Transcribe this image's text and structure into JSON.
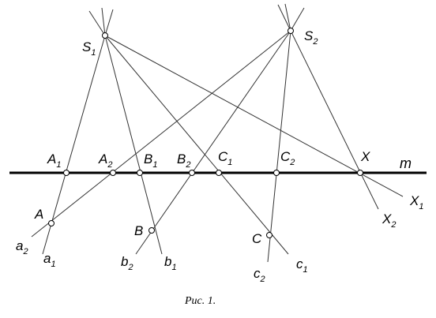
{
  "diagram": {
    "caption": "Рис. 1.",
    "labels": {
      "S1": {
        "main": "S",
        "sub": "1"
      },
      "S2": {
        "main": "S",
        "sub": "2"
      },
      "A1": {
        "main": "A",
        "sub": "1"
      },
      "A2": {
        "main": "A",
        "sub": "2"
      },
      "B1": {
        "main": "B",
        "sub": "1"
      },
      "B2": {
        "main": "B",
        "sub": "2"
      },
      "C1": {
        "main": "C",
        "sub": "1"
      },
      "C2": {
        "main": "C",
        "sub": "2"
      },
      "X": {
        "main": "X",
        "sub": ""
      },
      "m": {
        "main": "m",
        "sub": ""
      },
      "A": {
        "main": "A",
        "sub": ""
      },
      "B": {
        "main": "B",
        "sub": ""
      },
      "C": {
        "main": "C",
        "sub": ""
      },
      "a1": {
        "main": "a",
        "sub": "1"
      },
      "a2": {
        "main": "a",
        "sub": "2"
      },
      "b1": {
        "main": "b",
        "sub": "1"
      },
      "b2": {
        "main": "b",
        "sub": "2"
      },
      "c1": {
        "main": "c",
        "sub": "1"
      },
      "c2": {
        "main": "c",
        "sub": "2"
      },
      "X1": {
        "main": "X",
        "sub": "1"
      },
      "X2": {
        "main": "X",
        "sub": "2"
      }
    }
  }
}
